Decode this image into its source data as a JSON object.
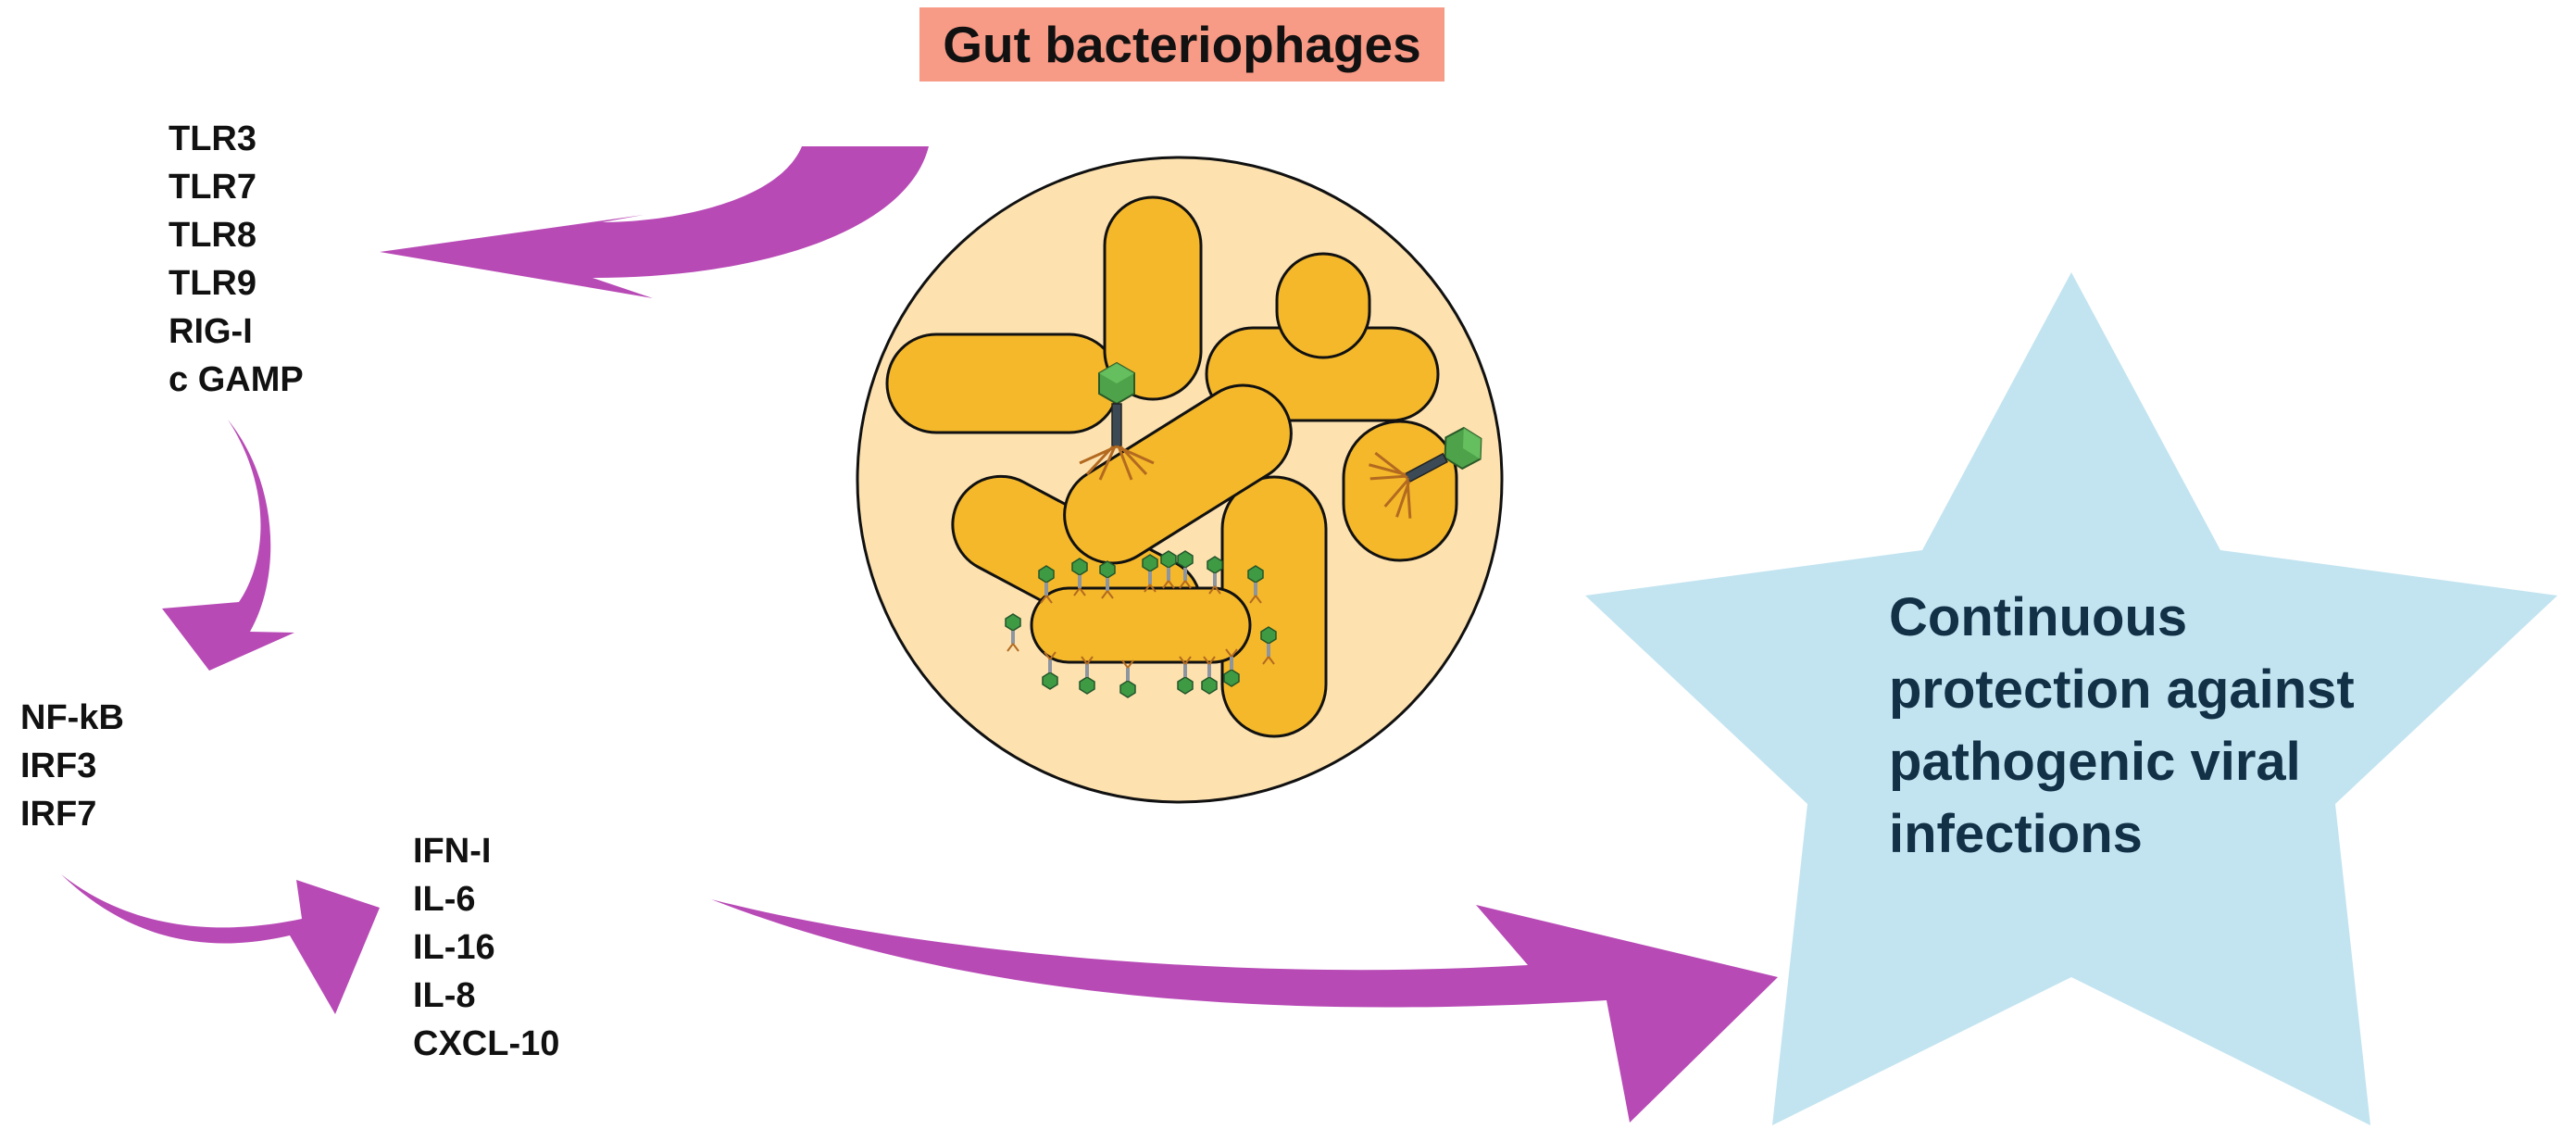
{
  "title": "Gut bacteriophages",
  "receptors": [
    "TLR3",
    "TLR7",
    "TLR8",
    "TLR9",
    "RIG-I",
    "c GAMP"
  ],
  "transcription_factors": [
    "NF-kB",
    "IRF3",
    "IRF7"
  ],
  "cytokines": [
    "IFN-I",
    "IL-6",
    "IL-16",
    "IL-8",
    "CXCL-10"
  ],
  "outcome": "Continuous protection against pathogenic viral infections",
  "colors": {
    "title_bg": "#f79a86",
    "arrow": "#b84ab6",
    "star": "#c2e4f0",
    "star_text": "#123046",
    "circle_bg": "#fde2b0",
    "bacterium": "#f5b82a",
    "phage_head": "#4ea34a"
  }
}
